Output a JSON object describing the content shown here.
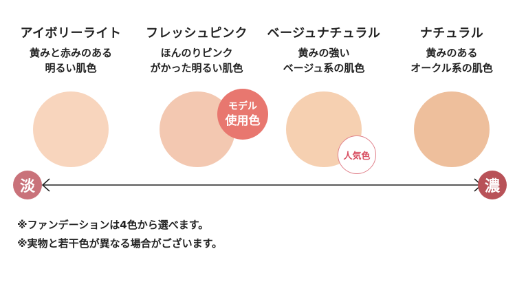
{
  "shades": [
    {
      "name": "アイボリーライト",
      "desc_line1": "黄みと赤みのある",
      "desc_line2": "明るい肌色",
      "color": "#f8d5bd"
    },
    {
      "name": "フレッシュピンク",
      "desc_line1": "ほんのりピンク",
      "desc_line2": "がかった明るい肌色",
      "color": "#f3c8b1"
    },
    {
      "name": "ベージュナチュラル",
      "desc_line1": "黄みの強い",
      "desc_line2": "ベージュ系の肌色",
      "color": "#f6d0b1"
    },
    {
      "name": "ナチュラル",
      "desc_line1": "黄みのある",
      "desc_line2": "オークル系の肌色",
      "color": "#eebf9c"
    }
  ],
  "badges": {
    "model_line1": "モデル",
    "model_line2": "使用色",
    "popular": "人気色"
  },
  "scale": {
    "light_label": "淡",
    "dark_label": "濃",
    "light_color": "#c9727a",
    "dark_color": "#b85258"
  },
  "notes": [
    "※ファンデーションは4色から選べます。",
    "※実物と若干色が異なる場合がございます。"
  ]
}
